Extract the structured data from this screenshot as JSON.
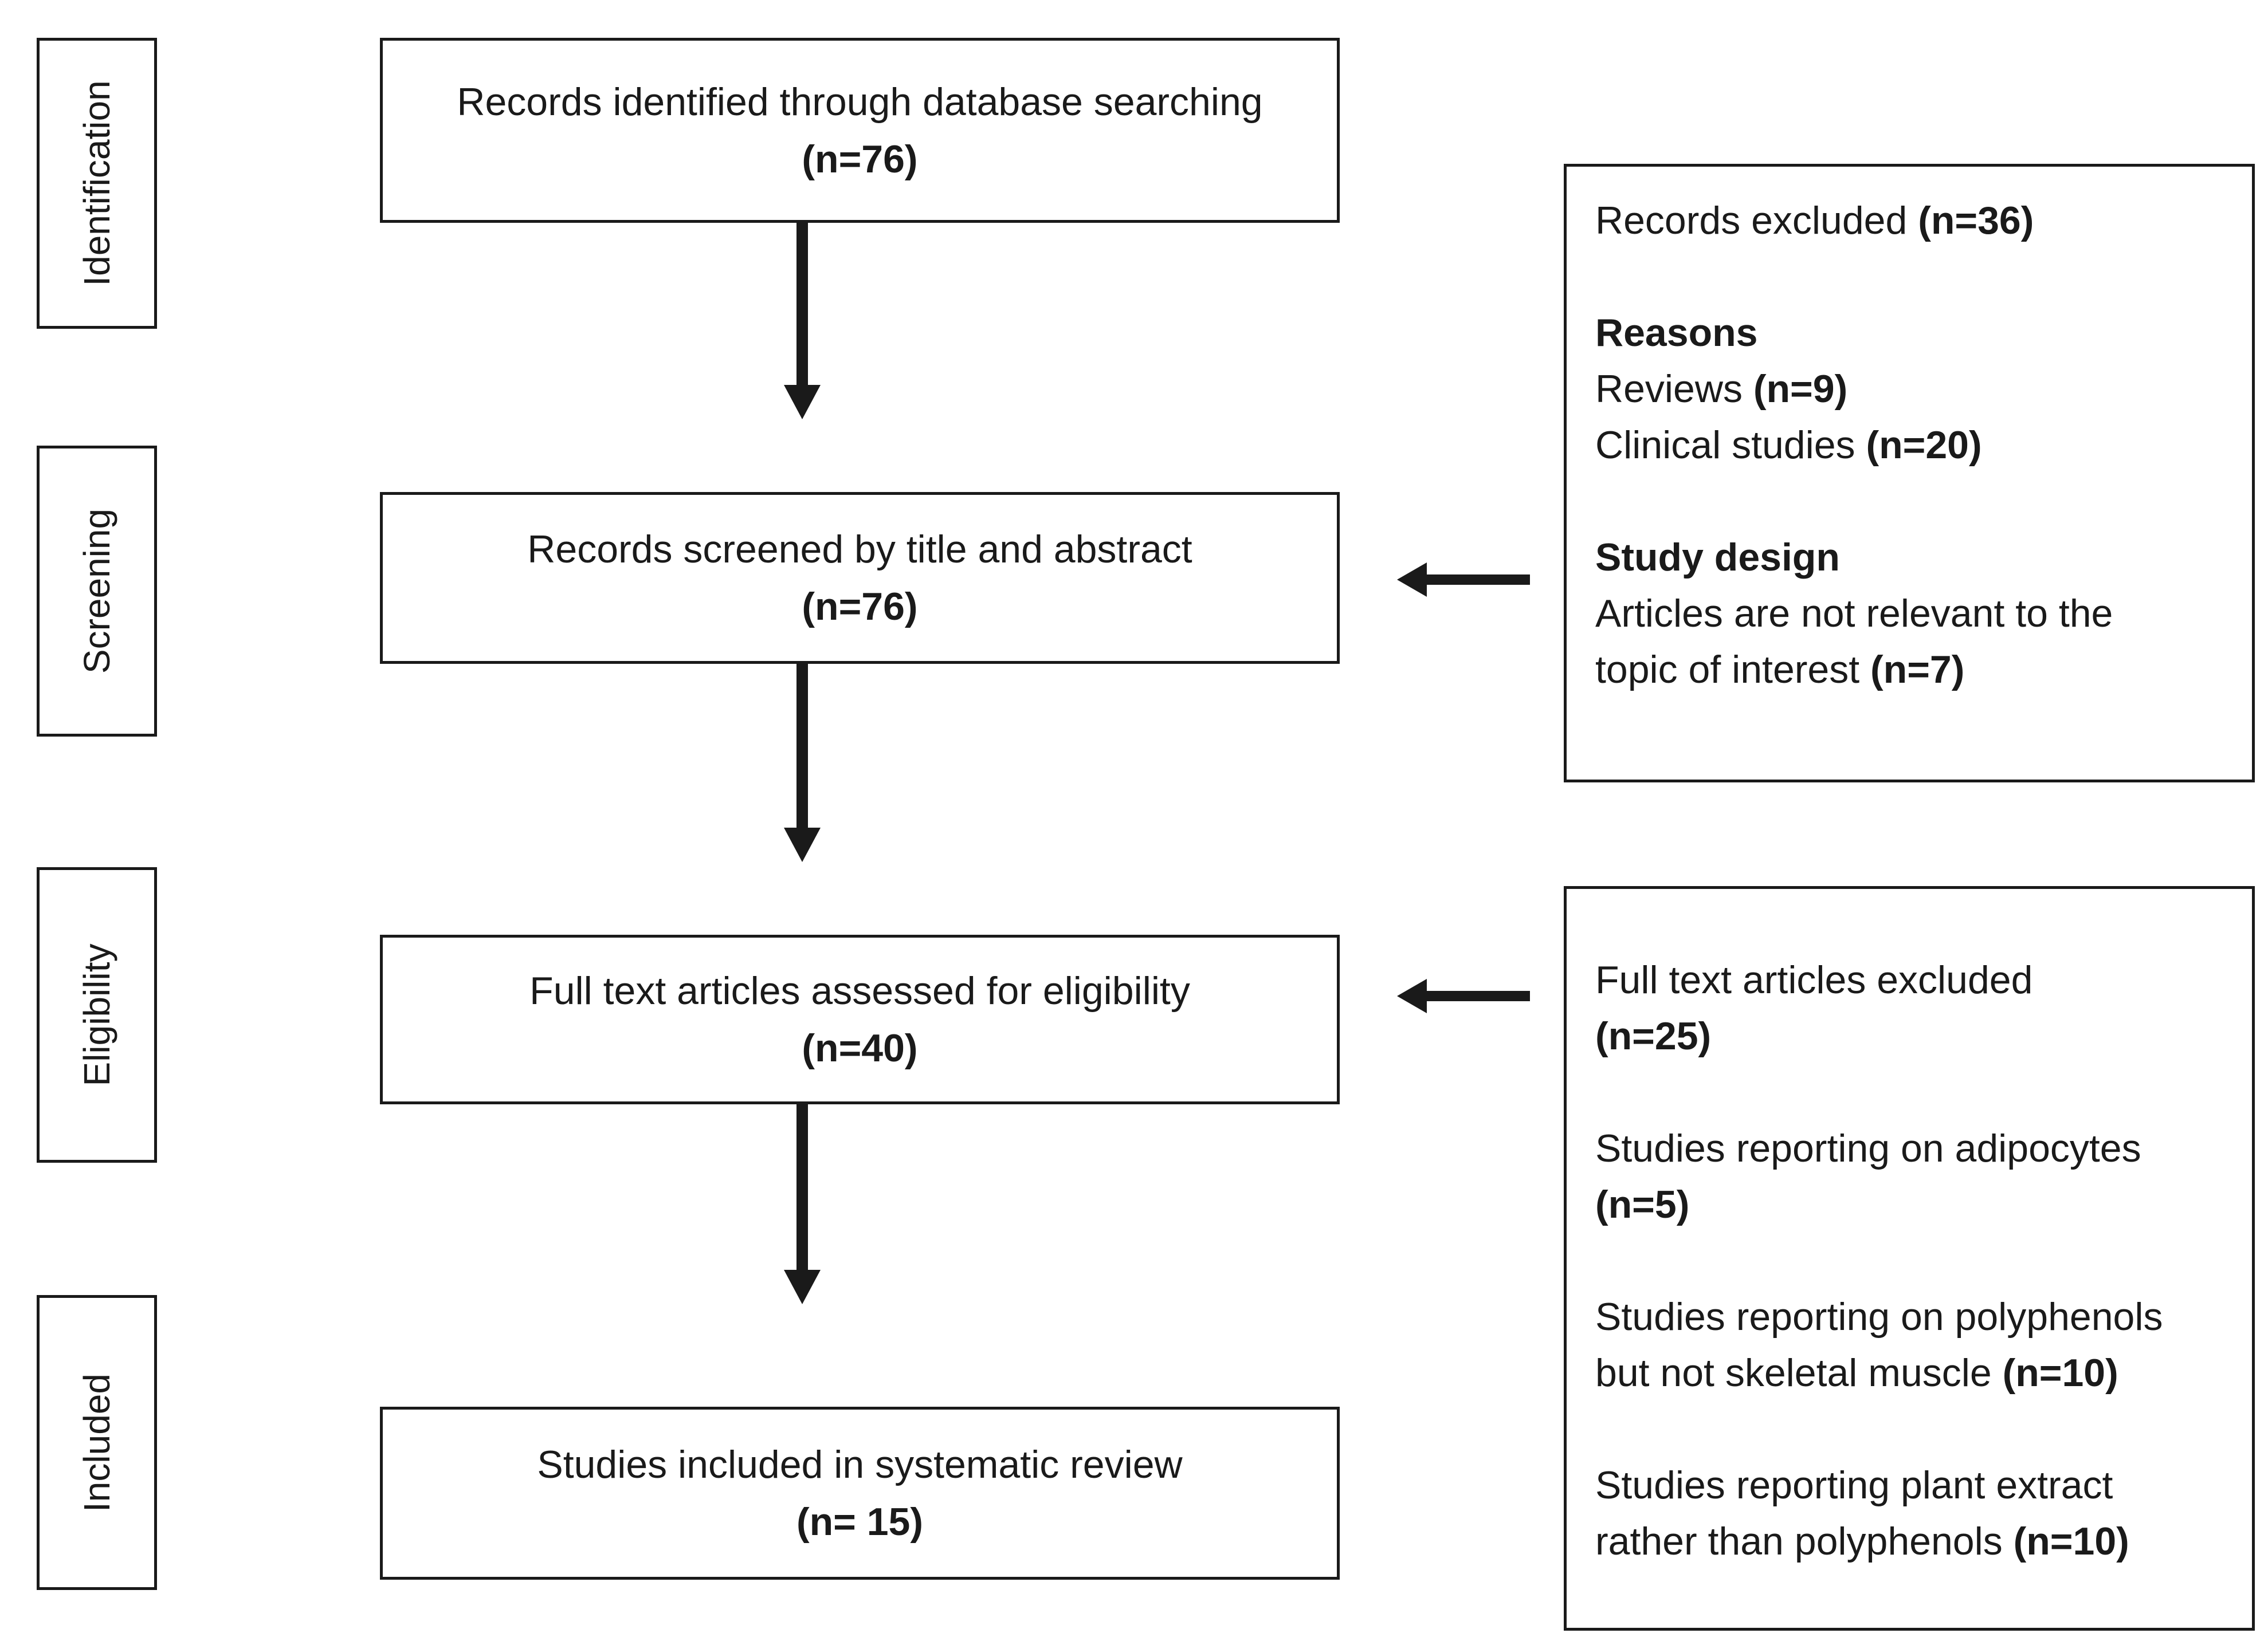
{
  "stages": [
    {
      "id": "identification",
      "label": "Identification"
    },
    {
      "id": "screening",
      "label": "Screening"
    },
    {
      "id": "eligibility",
      "label": "Eligibility"
    },
    {
      "id": "included",
      "label": "Included"
    }
  ],
  "flow": {
    "identified": {
      "text": "Records identified through database searching",
      "count": "(n=76)"
    },
    "screened": {
      "text": "Records screened by title and abstract",
      "count": "(n=76)"
    },
    "assessed": {
      "text": "Full text articles assessed for eligibility",
      "count": "(n=40)"
    },
    "included": {
      "text": "Studies included in systematic review",
      "count": "(n= 15)"
    }
  },
  "excluded_records": {
    "title": "Records excluded",
    "count": "(n=36)",
    "reasons_heading": "Reasons",
    "reviews": {
      "text": "Reviews",
      "count": "(n=9)"
    },
    "clinical": {
      "text": "Clinical studies",
      "count": "(n=20)"
    },
    "design_heading": "Study design",
    "not_relevant": {
      "text_line1": "Articles are not relevant to the",
      "text_line2": "topic of interest",
      "count": "(n=7)"
    }
  },
  "excluded_fulltext": {
    "title": "Full text articles excluded",
    "count": "(n=25)",
    "adipocytes": {
      "text": "Studies reporting on adipocytes",
      "count": "(n=5)"
    },
    "polyphenols": {
      "text_line1": "Studies reporting on polyphenols",
      "text_line2": "but not skeletal muscle",
      "count": "(n=10)"
    },
    "plant_extract": {
      "text_line1": "Studies reporting plant extract",
      "text_line2": "rather than polyphenols",
      "count": "(n=10)"
    }
  },
  "colors": {
    "line": "#1a1a1a",
    "background": "#ffffff"
  }
}
